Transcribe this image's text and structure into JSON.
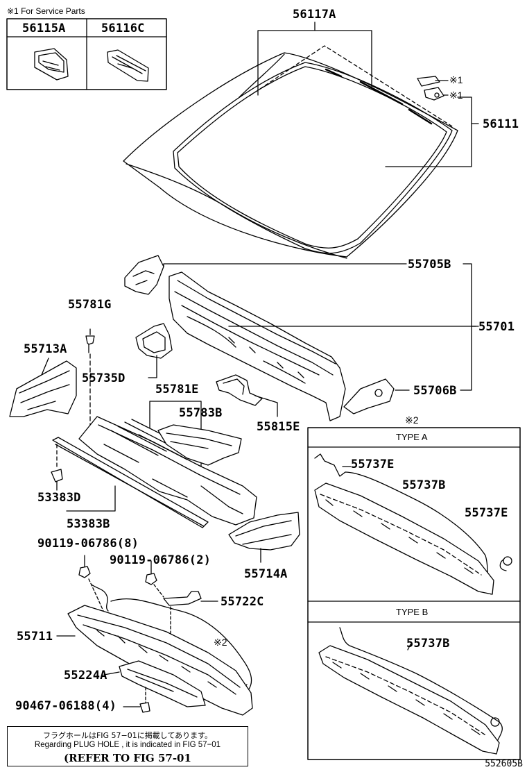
{
  "service_note": "※1 For Service Parts",
  "service_parts": [
    "56115A",
    "56116C"
  ],
  "labels": {
    "p56117A": "56117A",
    "p56111": "56111",
    "mark1a": "※1",
    "mark1b": "※1",
    "p55705B": "55705B",
    "p55701": "55701",
    "p55706B": "55706B",
    "p55781G": "55781G",
    "p55713A": "55713A",
    "p55735D": "55735D",
    "p55781E": "55781E",
    "p55783B": "55783B",
    "p55815E": "55815E",
    "p53383D": "53383D",
    "p53383B": "53383B",
    "p90119_8": "90119-06786(8)",
    "p90119_2": "90119-06786(2)",
    "p55714A": "55714A",
    "p55722C": "55722C",
    "p55711": "55711",
    "mark2a": "※2",
    "p55224A": "55224A",
    "p90467": "90467-06188(4)",
    "mark2b": "※2",
    "p55737E_a": "55737E",
    "p55737B_a": "55737B",
    "p55737E_b": "55737E",
    "p55737B_b": "55737B"
  },
  "type_a": "TYPE A",
  "type_b": "TYPE B",
  "note": {
    "line1": "フラグホールはFIG 57−01に掲載してあります。",
    "line2": "Regarding  PLUG  HOLE , it is indicated in  FIG  57−01",
    "line3": "(REFER TO FIG 57-01"
  },
  "figure_code": "552605B"
}
